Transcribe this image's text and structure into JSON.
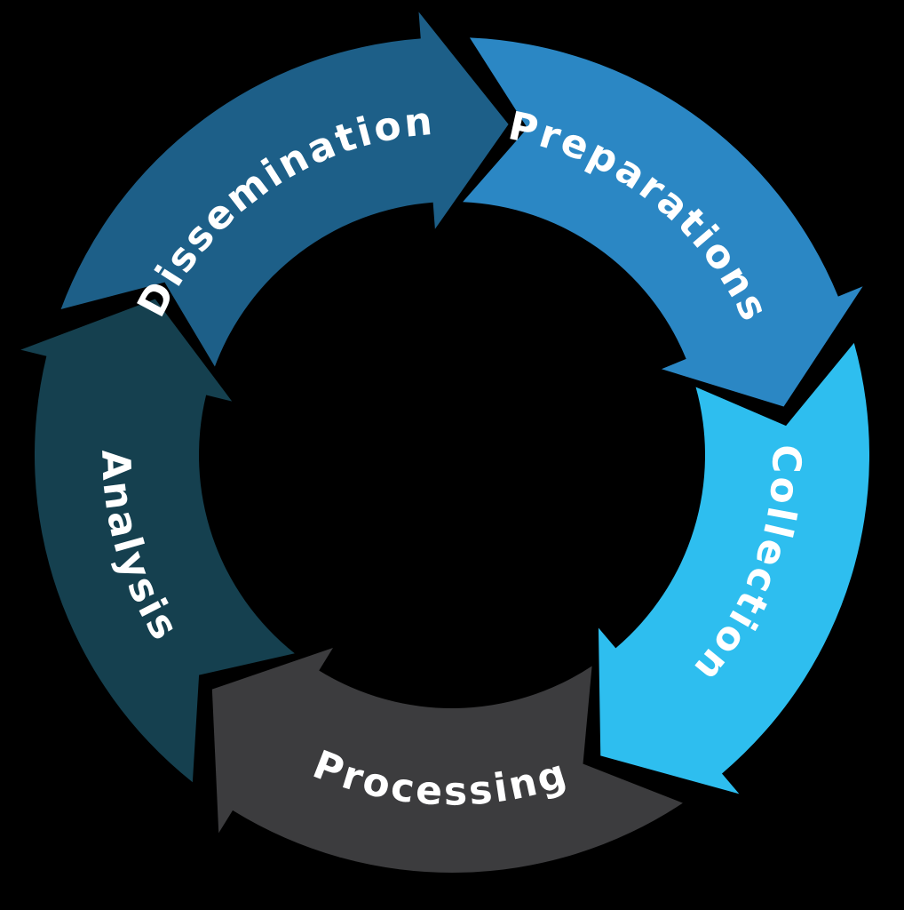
{
  "page": {
    "background_color": "#000000",
    "text_color": "#ffffff"
  },
  "chart_data": {
    "type": "diagram",
    "subtype": "circular-process-cycle",
    "direction": "clockwise",
    "segments": [
      {
        "label": "Preparations",
        "color": "#2B87C4",
        "start_angle": 2,
        "end_angle": 74,
        "text_direction": "clockwise"
      },
      {
        "label": "Collection",
        "color": "#2EBEEF",
        "start_angle": 74,
        "end_angle": 146,
        "text_direction": "clockwise"
      },
      {
        "label": "Processing",
        "color": "#3C3C3E",
        "start_angle": 146,
        "end_angle": 218,
        "text_direction": "counterclockwise"
      },
      {
        "label": "Analysis",
        "color": "#15404F",
        "start_angle": 218,
        "end_angle": 290,
        "text_direction": "counterclockwise"
      },
      {
        "label": "Dissemination",
        "color": "#1D5F88",
        "start_angle": 290,
        "end_angle": 362,
        "text_direction": "clockwise"
      }
    ]
  }
}
